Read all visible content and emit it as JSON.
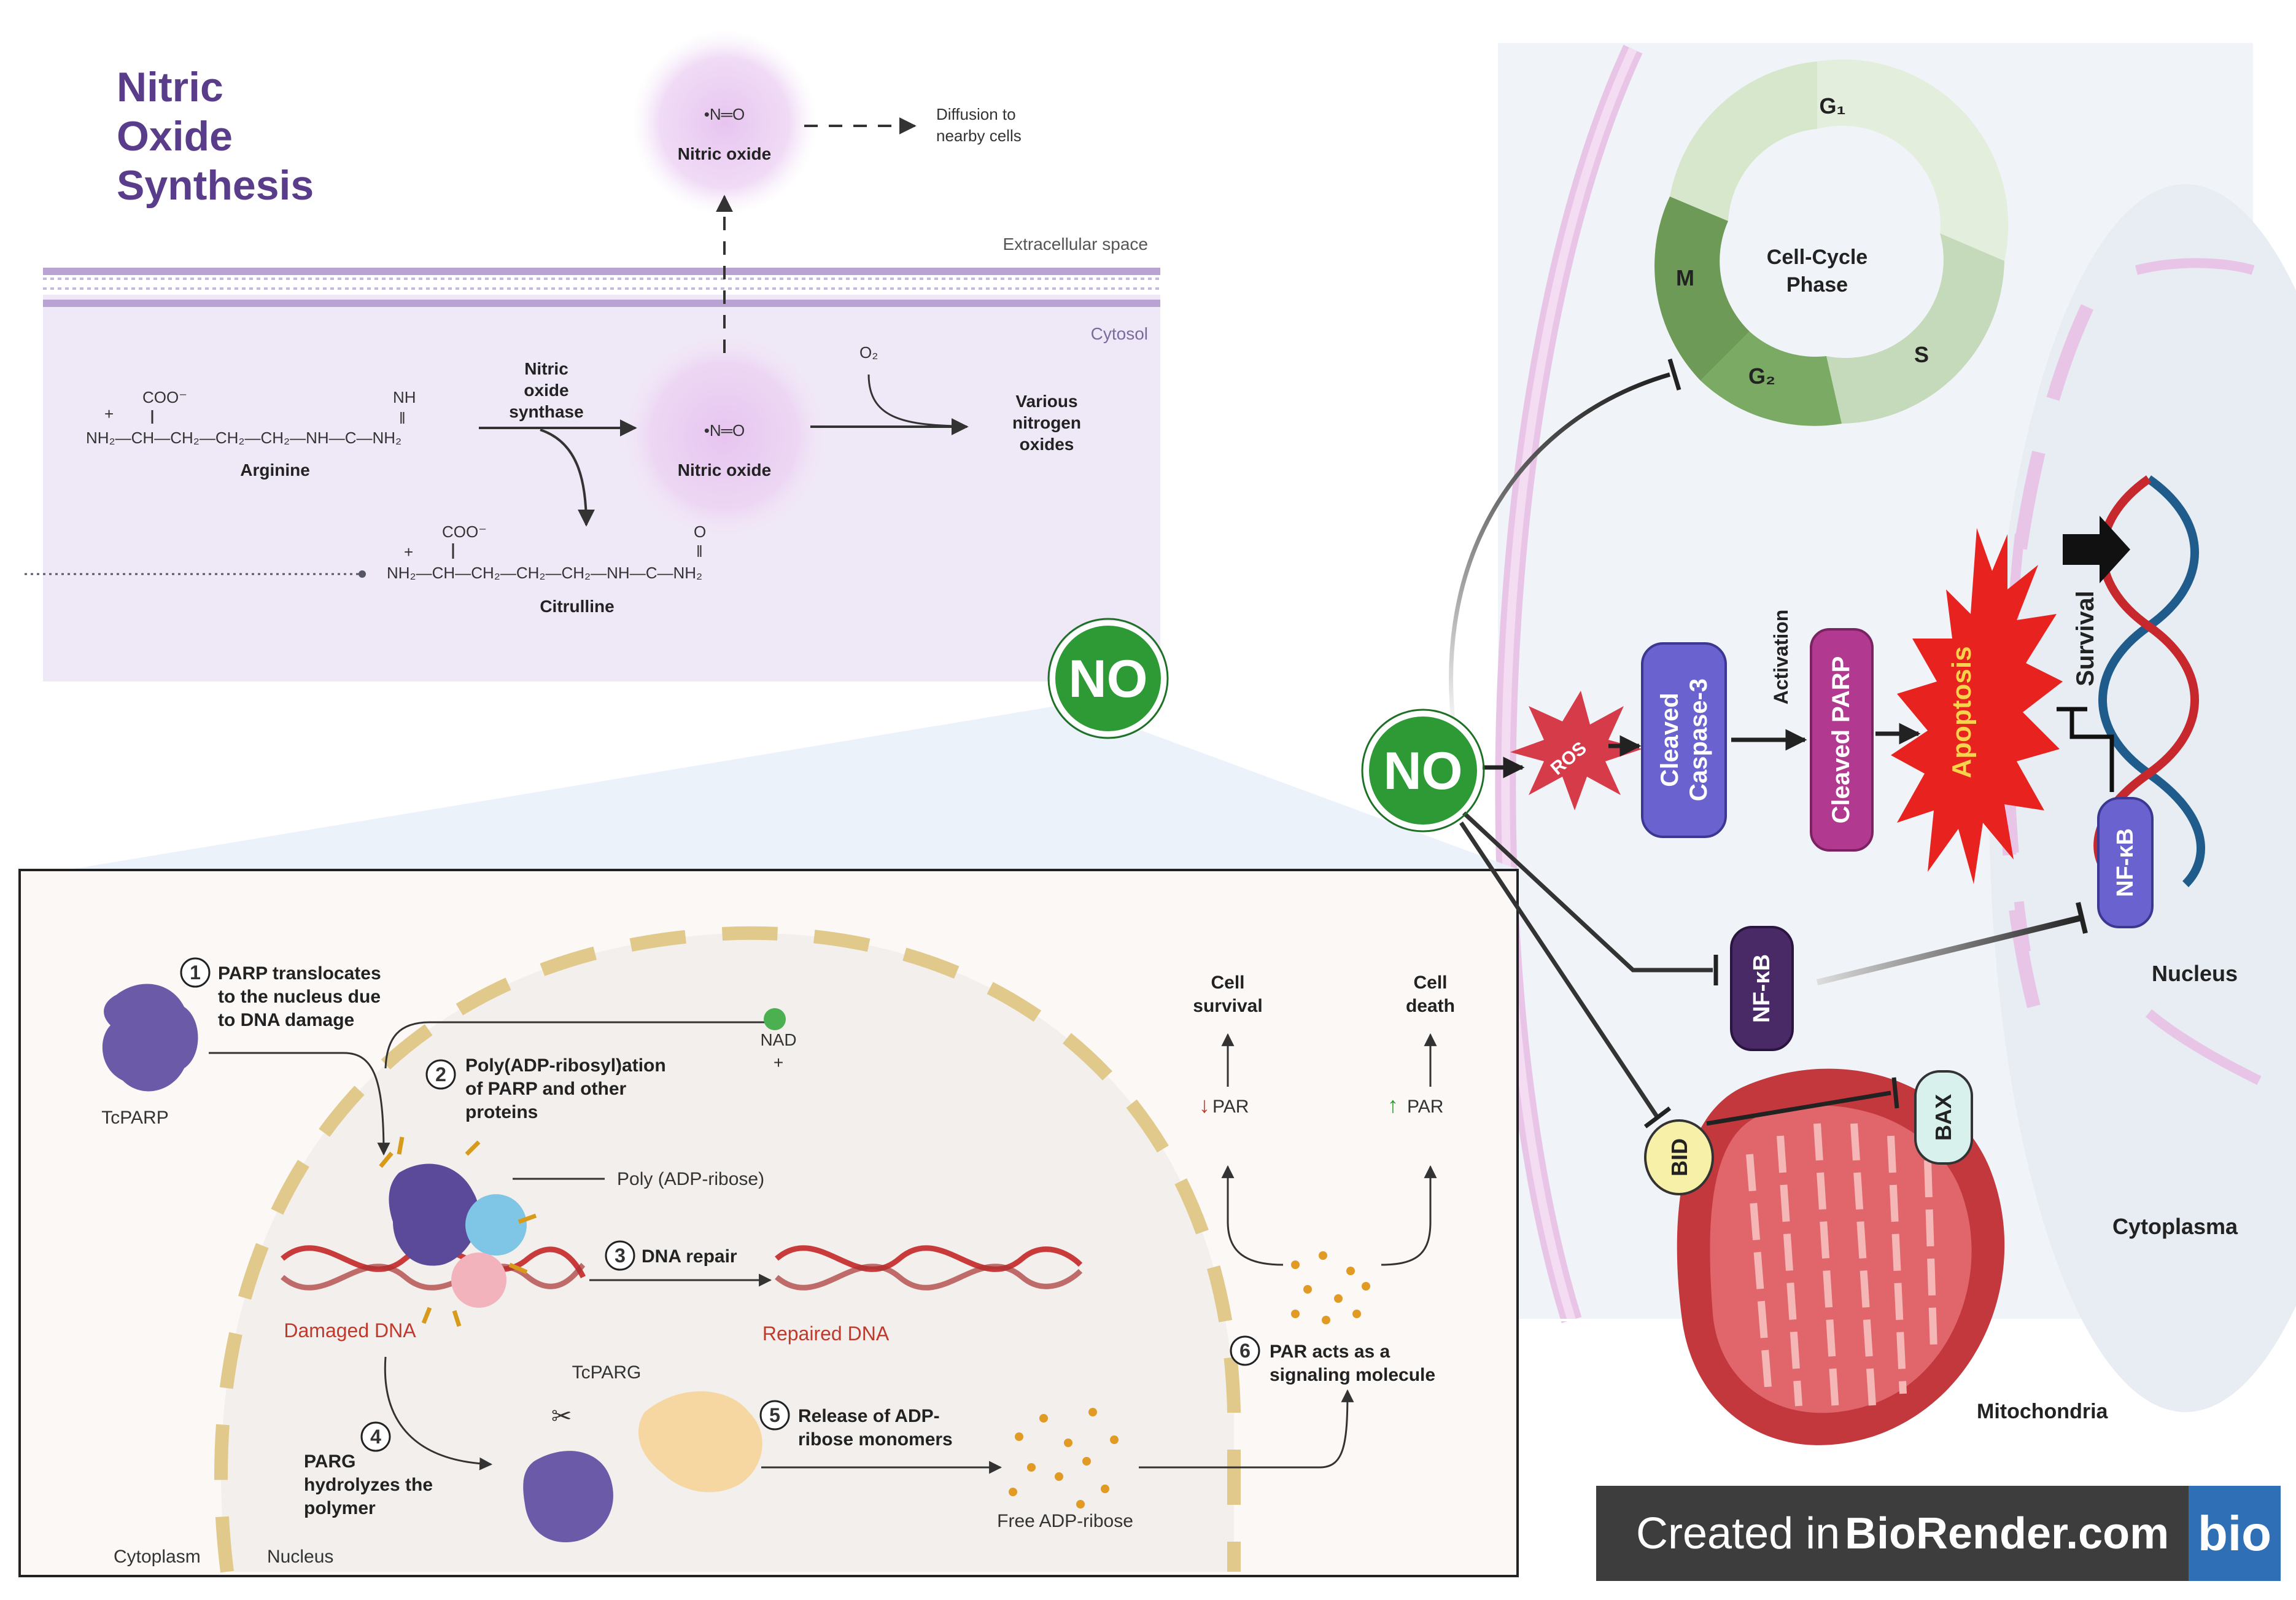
{
  "title": [
    "Nitric",
    "Oxide",
    "Synthesis"
  ],
  "synthesis": {
    "no_symbol": "•N═O",
    "nitric_oxide": "Nitric oxide",
    "diffusion": [
      "Diffusion to",
      "nearby cells"
    ],
    "extracellular": "Extracellular space",
    "cytosol": "Cytosol",
    "enzyme": [
      "Nitric",
      "oxide",
      "synthase"
    ],
    "o2": "O₂",
    "oxides": [
      "Various",
      "nitrogen",
      "oxides"
    ],
    "arginine_formula": "NH₂—CH—CH₂—CH₂—CH₂—NH—C—NH₂",
    "arginine_coo": "COO⁻",
    "arginine_nh": "NH",
    "arginine_eq": "‖",
    "arginine_plus": "+",
    "arginine": "Arginine",
    "citrulline_formula": "NH₂—CH—CH₂—CH₂—CH₂—NH—C—NH₂",
    "citrulline_coo": "COO⁻",
    "citrulline_o": "O",
    "citrulline_eq": "‖",
    "citrulline_plus": "+",
    "citrulline": "Citrulline"
  },
  "no_badge": "NO",
  "parp": {
    "step1": [
      "PARP translocates",
      "to the nucleus due",
      "to DNA damage"
    ],
    "step1_num": "1",
    "tcparp": "TcPARP",
    "nad": "NAD",
    "nad_plus": "+",
    "step2": [
      "Poly(ADP-ribosyl)ation",
      "of PARP and other",
      "proteins"
    ],
    "step2_num": "2",
    "poly": "Poly (ADP-ribose)",
    "step3": "DNA repair",
    "step3_num": "3",
    "damaged": "Damaged DNA",
    "repaired": "Repaired DNA",
    "tcparg": "TcPARG",
    "step4": [
      "PARG",
      "hydrolyzes the",
      "polymer"
    ],
    "step4_num": "4",
    "step5": [
      "Release of ADP-",
      "ribose monomers"
    ],
    "step5_num": "5",
    "free": "Free ADP-ribose",
    "step6": [
      "PAR acts as a",
      "signaling molecule"
    ],
    "step6_num": "6",
    "survival": [
      "Cell",
      "survival"
    ],
    "death": [
      "Cell",
      "death"
    ],
    "par": "PAR",
    "down_arrow": "↓",
    "up_arrow": "↑",
    "cytoplasm": "Cytoplasm",
    "nucleus": "Nucleus"
  },
  "cell": {
    "cell_cycle": [
      "Cell-Cycle",
      "Phase"
    ],
    "phases": {
      "g1": "G₁",
      "s": "S",
      "g2": "G₂",
      "m": "M"
    },
    "ros": "ROS",
    "caspase": [
      "Cleaved",
      "Caspase-3"
    ],
    "activation": "Activation",
    "cleaved_parp": "Cleaved PARP",
    "apoptosis": "Apoptosis",
    "survival": "Survival",
    "nfkb": "NF-κB",
    "nucleus": "Nucleus",
    "bid": "BID",
    "bax": "BAX",
    "cytoplasma": "Cytoplasma",
    "mitochondria": "Mitochondria"
  },
  "footer": {
    "created": "Created in",
    "brand": "BioRender.com",
    "logo": "bio"
  },
  "colors": {
    "title": "#5a3d8a",
    "no_green": "#2e9a35",
    "caspase": "#6a63cf",
    "parp": "#b1398f",
    "apoptosis": "#e8221f",
    "nfkb": "#4a2a66",
    "bid": "#f7f0a8",
    "bax": "#d9f1ec",
    "ros": "#d63b4a",
    "footer": "#3d3d3d",
    "logo": "#2f6fb6"
  }
}
